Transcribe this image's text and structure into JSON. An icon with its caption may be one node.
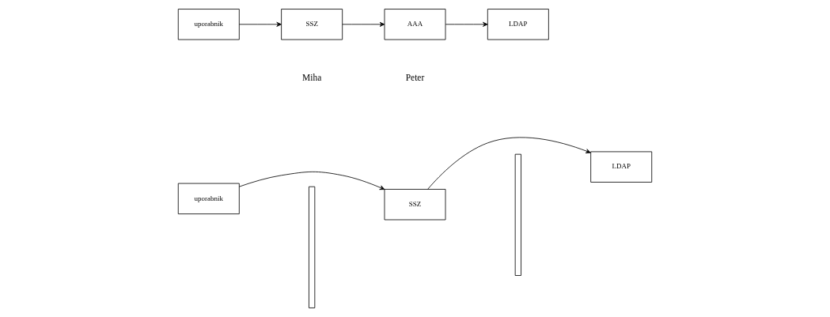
{
  "diagram": {
    "nodes": [
      {
        "text": [
          "uporabnik"
        ]
      },
      {
        "text": [
          "SSZ"
        ]
      },
      {
        "text": [
          "LDAP"
        ]
      },
      {
        "text": [
          "uporabnik"
        ]
      },
      {
        "text": [
          "SSZ"
        ]
      },
      {
        "text": [
          "AAA"
        ]
      },
      {
        "text": [
          "LDAP"
        ]
      },
      {
        "text": [],
        "shape": "bar"
      },
      {
        "text": [],
        "shape": "bar"
      }
    ],
    "edges": [
      {
        "from": 0,
        "to": 1,
        "arrow": "to"
      },
      {
        "from": 1,
        "to": 2,
        "arrow": "to"
      },
      {
        "from": 3,
        "to": 4,
        "arrow": "to"
      },
      {
        "from": 4,
        "to": 5,
        "arrow": "to"
      },
      {
        "from": 5,
        "to": 6,
        "arrow": "to"
      }
    ],
    "labels": [
      "Miha",
      "Peter"
    ]
  }
}
